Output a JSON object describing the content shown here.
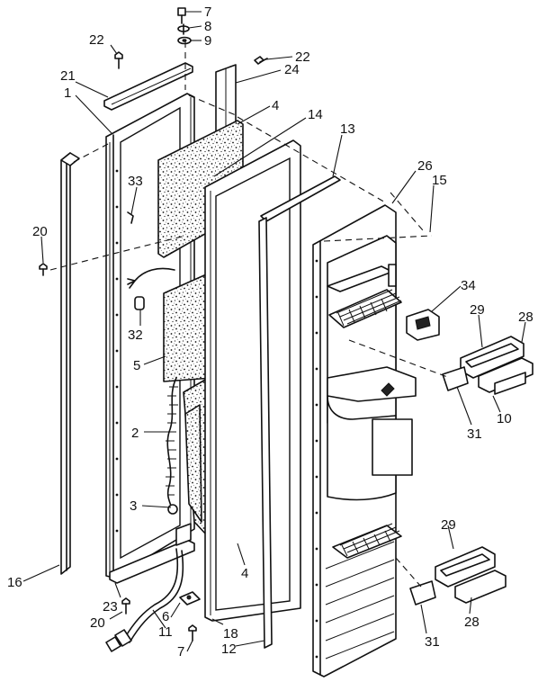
{
  "diagram": {
    "callouts": [
      {
        "id": "c7a",
        "text": "7"
      },
      {
        "id": "c8",
        "text": "8"
      },
      {
        "id": "c9",
        "text": "9"
      },
      {
        "id": "c22a",
        "text": "22"
      },
      {
        "id": "c22b",
        "text": "22"
      },
      {
        "id": "c24",
        "text": "24"
      },
      {
        "id": "c21",
        "text": "21"
      },
      {
        "id": "c1",
        "text": "1"
      },
      {
        "id": "c4a",
        "text": "4"
      },
      {
        "id": "c14",
        "text": "14"
      },
      {
        "id": "c13",
        "text": "13"
      },
      {
        "id": "c33",
        "text": "33"
      },
      {
        "id": "c26",
        "text": "26"
      },
      {
        "id": "c15",
        "text": "15"
      },
      {
        "id": "c20a",
        "text": "20"
      },
      {
        "id": "c34",
        "text": "34"
      },
      {
        "id": "c29a",
        "text": "29"
      },
      {
        "id": "c28a",
        "text": "28"
      },
      {
        "id": "c32",
        "text": "32"
      },
      {
        "id": "c5",
        "text": "5"
      },
      {
        "id": "c10",
        "text": "10"
      },
      {
        "id": "c31a",
        "text": "31"
      },
      {
        "id": "c2",
        "text": "2"
      },
      {
        "id": "c3",
        "text": "3"
      },
      {
        "id": "c29b",
        "text": "29"
      },
      {
        "id": "c4b",
        "text": "4"
      },
      {
        "id": "c16",
        "text": "16"
      },
      {
        "id": "c23",
        "text": "23"
      },
      {
        "id": "c20b",
        "text": "20"
      },
      {
        "id": "c6",
        "text": "6"
      },
      {
        "id": "c11",
        "text": "11"
      },
      {
        "id": "c7b",
        "text": "7"
      },
      {
        "id": "c18",
        "text": "18"
      },
      {
        "id": "c12",
        "text": "12"
      },
      {
        "id": "c31b",
        "text": "31"
      },
      {
        "id": "c28b",
        "text": "28"
      }
    ]
  }
}
